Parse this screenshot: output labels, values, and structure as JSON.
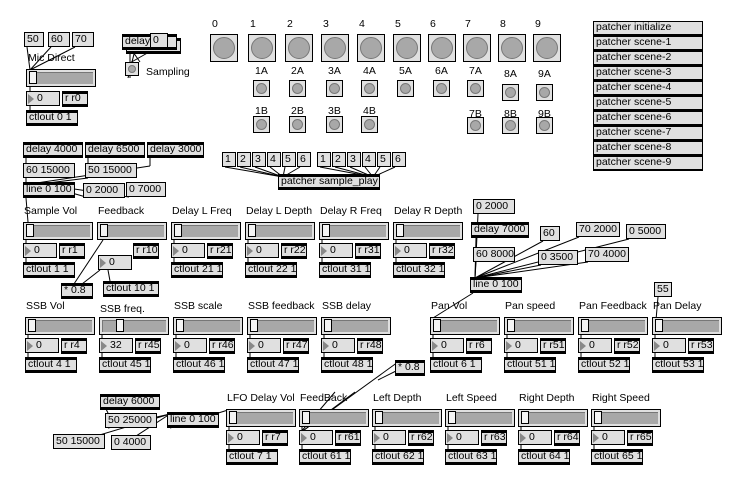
{
  "mic": {
    "presets": [
      "50",
      "60",
      "70"
    ],
    "label": "Mic Direct",
    "slider_value": 0,
    "number": "0",
    "receive": "r r0",
    "ctlout": "ctlout 0 1"
  },
  "sampling": {
    "delay_objects": [
      "delay",
      "delay"
    ],
    "msg": "0",
    "label": "Sampling"
  },
  "timers": {
    "delays": [
      "delay 4000",
      "delay 6500",
      "delay 3000"
    ],
    "msgs": [
      "60 15000",
      "50 15000",
      "0 2000",
      "0 7000"
    ],
    "line": "line 0 100"
  },
  "bangs": {
    "main": [
      "0",
      "1",
      "2",
      "3",
      "4",
      "5",
      "6",
      "7",
      "8",
      "9"
    ],
    "a": [
      "1A",
      "2A",
      "3A",
      "4A",
      "5A",
      "6A",
      "7A",
      "8A",
      "9A"
    ],
    "b": [
      "1B",
      "2B",
      "3B",
      "4B",
      "7B",
      "8B",
      "9B"
    ]
  },
  "sample_play": {
    "group1": [
      "1",
      "2",
      "3",
      "4",
      "5",
      "6"
    ],
    "group2": [
      "1",
      "2",
      "3",
      "4",
      "5",
      "6"
    ],
    "patcher": "patcher sample_play"
  },
  "scenes": [
    "patcher initialize",
    "patcher scene-1",
    "patcher scene-2",
    "patcher scene-3",
    "patcher scene-4",
    "patcher scene-5",
    "patcher scene-6",
    "patcher scene-7",
    "patcher scene-8",
    "patcher scene-9"
  ],
  "delay_row": [
    {
      "label": "Sample Vol",
      "value": 0,
      "number": "0",
      "receive": "r r1",
      "ctlout": "ctlout 1 1"
    },
    {
      "label": "Feedback",
      "value": 0,
      "number": "0",
      "receive": "r r10",
      "ctlout": "ctlout 10 1",
      "multiply": "* 0.8"
    },
    {
      "label": "Delay L Freq",
      "value": 0,
      "number": "0",
      "receive": "r r21",
      "ctlout": "ctlout 21 1"
    },
    {
      "label": "Delay L Depth",
      "value": 0,
      "number": "0",
      "receive": "r r22",
      "ctlout": "ctlout 22 1"
    },
    {
      "label": "Delay R Freq",
      "value": 0,
      "number": "0",
      "receive": "r r31",
      "ctlout": "ctlout 31 1"
    },
    {
      "label": "Delay R Depth",
      "value": 0,
      "number": "0",
      "receive": "r r32",
      "ctlout": "ctlout 32 1"
    }
  ],
  "pan_ramp": {
    "msgs": [
      "0 2000",
      "60",
      "70 2000",
      "0 5000",
      "60 8000",
      "0 3500",
      "70 4000"
    ],
    "delay": "delay 7000",
    "line": "line 0 100"
  },
  "ssb_row": [
    {
      "label": "SSB Vol",
      "value": 0,
      "number": "0",
      "receive": "r r4",
      "ctlout": "ctlout 4 1"
    },
    {
      "label": "SSB freq.",
      "value": 32,
      "number": "32",
      "receive": "r r45",
      "ctlout": "ctlout 45 1"
    },
    {
      "label": "SSB scale",
      "value": 0,
      "number": "0",
      "receive": "r r46",
      "ctlout": "ctlout 46 1"
    },
    {
      "label": "SSB feedback",
      "value": 0,
      "number": "0",
      "receive": "r r47",
      "ctlout": "ctlout 47 1"
    },
    {
      "label": "SSB delay",
      "value": 0,
      "number": "0",
      "receive": "r r48",
      "ctlout": "ctlout 48 1"
    }
  ],
  "ssb_multiply": "* 0.8",
  "pan_row": [
    {
      "label": "Pan Vol",
      "value": 0,
      "number": "0",
      "receive": "r r6",
      "ctlout": "ctlout 6 1"
    },
    {
      "label": "Pan speed",
      "value": 0,
      "number": "0",
      "receive": "r r51",
      "ctlout": "ctlout 51 1"
    },
    {
      "label": "Pan Feedback",
      "value": 0,
      "number": "0",
      "receive": "r r52",
      "ctlout": "ctlout 52 1"
    },
    {
      "label": "Pan Delay",
      "value": 0,
      "number": "0",
      "receive": "r r53",
      "ctlout": "ctlout 53 1"
    }
  ],
  "pan_delay_preset": "55",
  "lfo_ramp": {
    "delay": "delay 6000",
    "msgs": [
      "50 25000",
      "50 15000",
      "0 4000"
    ],
    "line": "line 0 100"
  },
  "lfo_row": [
    {
      "label": "LFO Delay Vol",
      "value": 0,
      "number": "0",
      "receive": "r r7",
      "ctlout": "ctlout 7 1"
    },
    {
      "label": "FeedBack",
      "value": 0,
      "number": "0",
      "receive": "r r61",
      "ctlout": "ctlout 61 1"
    },
    {
      "label": "Left Depth",
      "value": 0,
      "number": "0",
      "receive": "r r62",
      "ctlout": "ctlout 62 1"
    },
    {
      "label": "Left Speed",
      "value": 0,
      "number": "0",
      "receive": "r r63",
      "ctlout": "ctlout 63 1"
    },
    {
      "label": "Right Depth",
      "value": 0,
      "number": "0",
      "receive": "r r64",
      "ctlout": "ctlout 64 1"
    },
    {
      "label": "Right Speed",
      "value": 0,
      "number": "0",
      "receive": "r r65",
      "ctlout": "ctlout 65 1"
    }
  ],
  "colors": {
    "box": "#e0e0e0",
    "track": "#a8a8a8",
    "border": "#000000"
  }
}
